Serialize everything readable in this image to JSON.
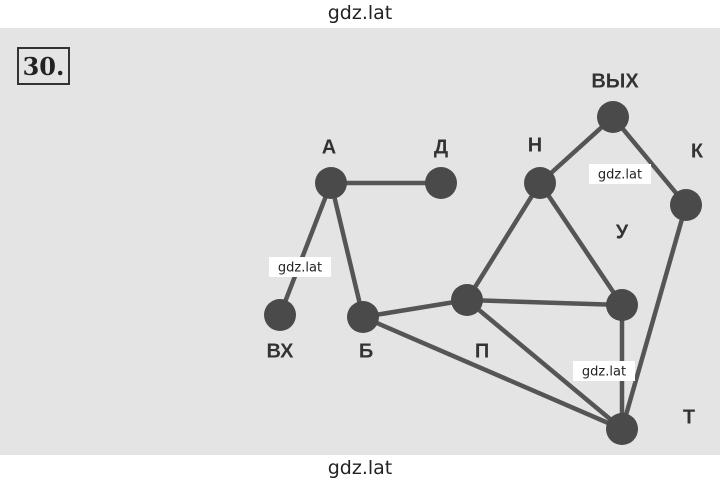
{
  "watermark": "gdz.lat",
  "problem_number": "30.",
  "graph": {
    "nodes": [
      {
        "id": "vx",
        "label": "ВХ"
      },
      {
        "id": "a",
        "label": "А"
      },
      {
        "id": "b",
        "label": "Б"
      },
      {
        "id": "d",
        "label": "Д"
      },
      {
        "id": "p",
        "label": "П"
      },
      {
        "id": "n",
        "label": "Н"
      },
      {
        "id": "u",
        "label": "У"
      },
      {
        "id": "vyx",
        "label": "ВЫХ"
      },
      {
        "id": "k",
        "label": "К"
      },
      {
        "id": "t",
        "label": "Т"
      }
    ],
    "edges": [
      [
        "vx",
        "a"
      ],
      [
        "a",
        "d"
      ],
      [
        "a",
        "b"
      ],
      [
        "b",
        "p"
      ],
      [
        "b",
        "t"
      ],
      [
        "p",
        "n"
      ],
      [
        "p",
        "u"
      ],
      [
        "p",
        "t"
      ],
      [
        "n",
        "u"
      ],
      [
        "n",
        "vyx"
      ],
      [
        "vyx",
        "k"
      ],
      [
        "k",
        "t"
      ],
      [
        "u",
        "t"
      ]
    ]
  }
}
